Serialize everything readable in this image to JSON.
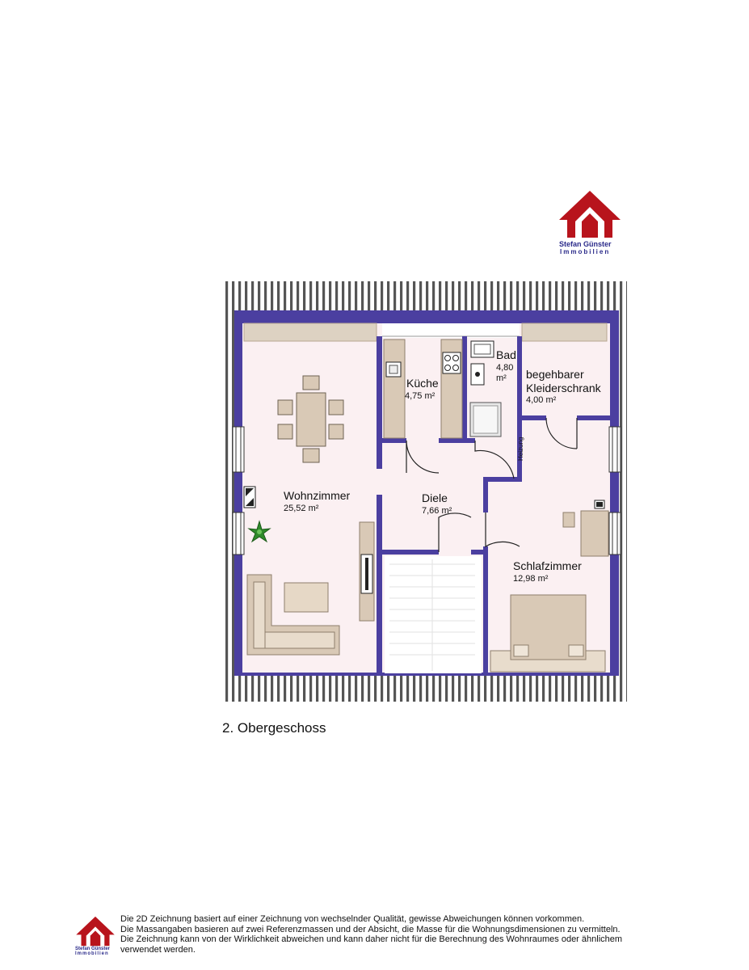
{
  "logo": {
    "name_line": "Stefan Günster",
    "sub_line": "Immobilien",
    "roof_color": "#b8141c",
    "text_color": "#2a2a8a"
  },
  "floor_title": "2. Obergeschoss",
  "rooms": {
    "wohnzimmer": {
      "name": "Wohnzimmer",
      "area": "25,52 m²"
    },
    "kueche": {
      "name": "Küche",
      "area": "4,75 m²"
    },
    "bad": {
      "name": "Bad",
      "area_line1": "4,80",
      "area_line2": "m²"
    },
    "kleiderschrank": {
      "name_line1": "begehbarer",
      "name_line2": "Kleiderschrank",
      "area": "4,00 m²"
    },
    "diele": {
      "name": "Diele",
      "area": "7,66 m²"
    },
    "schlafzimmer": {
      "name": "Schlafzimmer",
      "area": "12,98 m²"
    }
  },
  "heizung_label": "Heizung",
  "colors": {
    "wall": "#4b3fa0",
    "floor": "#fbf0f2",
    "furniture": "#d9c9b6",
    "furniture_stroke": "#9e8e7c"
  },
  "disclaimer": {
    "line1": "Die 2D Zeichnung basiert auf einer Zeichnung von wechselnder Qualität, gewisse Abweichungen können vorkommen.",
    "line2": "Die Massangaben basieren auf zwei Referenzmassen und der Absicht, die Masse für die Wohnungsdimensionen zu vermitteln.",
    "line3": "Die Zeichnung kann von der Wirklichkeit abweichen und kann daher nicht für die Berechnung des Wohnraumes oder ähnlichem",
    "line4": "verwendet werden."
  }
}
